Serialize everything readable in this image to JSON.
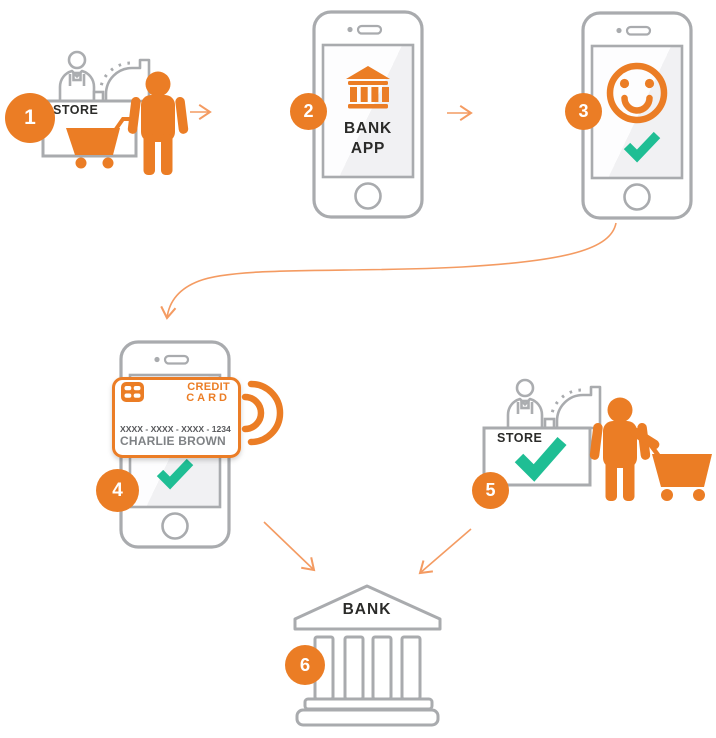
{
  "steps": {
    "s1": {
      "num": "1",
      "store_label": "STORE"
    },
    "s2": {
      "num": "2",
      "app_line1": "BANK",
      "app_line2": "APP"
    },
    "s3": {
      "num": "3"
    },
    "s4": {
      "num": "4",
      "card": {
        "brand_line1": "CREDIT",
        "brand_line2": "CARD",
        "number": "XXXX - XXXX - XXXX - 1234",
        "holder": "CHARLIE BROWN"
      }
    },
    "s5": {
      "num": "5",
      "store_label": "STORE"
    },
    "s6": {
      "num": "6",
      "bank_label": "BANK"
    }
  },
  "icons": {
    "cashier_icon": "outlined clerk figure",
    "cash_register_icon": "outlined register dome",
    "store_counter_icon": "outlined counter box",
    "customer_icon": "solid orange person",
    "shopping_cart_icon": "solid orange cart",
    "smartphone_icon": "outlined phone",
    "bank_app_icon": "orange bank columns glyph",
    "smiley_face_icon": "orange smiley",
    "checkmark_icon": "green check",
    "credit_card_icon": "white card with orange border",
    "card_chip_icon": "orange chip",
    "nfc_waves_icon": "two orange arcs",
    "bank_building_icon": "outlined bank with pediment and 4 columns",
    "flow_arrow_icon": "thin orange open-chevron arrow"
  },
  "colors": {
    "orange": "#eb7d25",
    "arrow_orange": "#f49b62",
    "green": "#1fbe94",
    "outline_gray": "#a9abae",
    "cashier_gray": "#abadb0",
    "text_dark": "#2b2b29",
    "card_number_gray": "#57585b",
    "card_holder_gray": "#7f8285"
  }
}
